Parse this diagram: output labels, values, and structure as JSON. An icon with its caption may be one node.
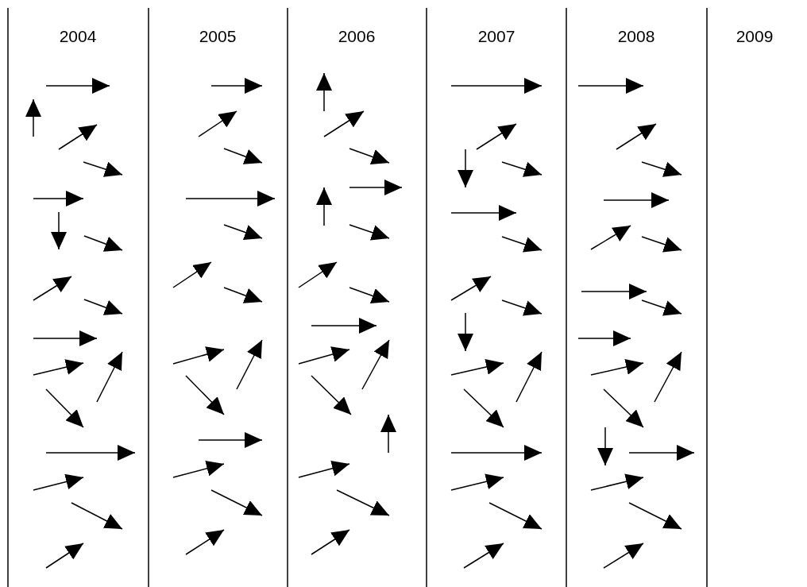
{
  "diagram": {
    "labels": [
      "2004",
      "2005",
      "2006",
      "2007",
      "2008",
      "2009"
    ]
  }
}
